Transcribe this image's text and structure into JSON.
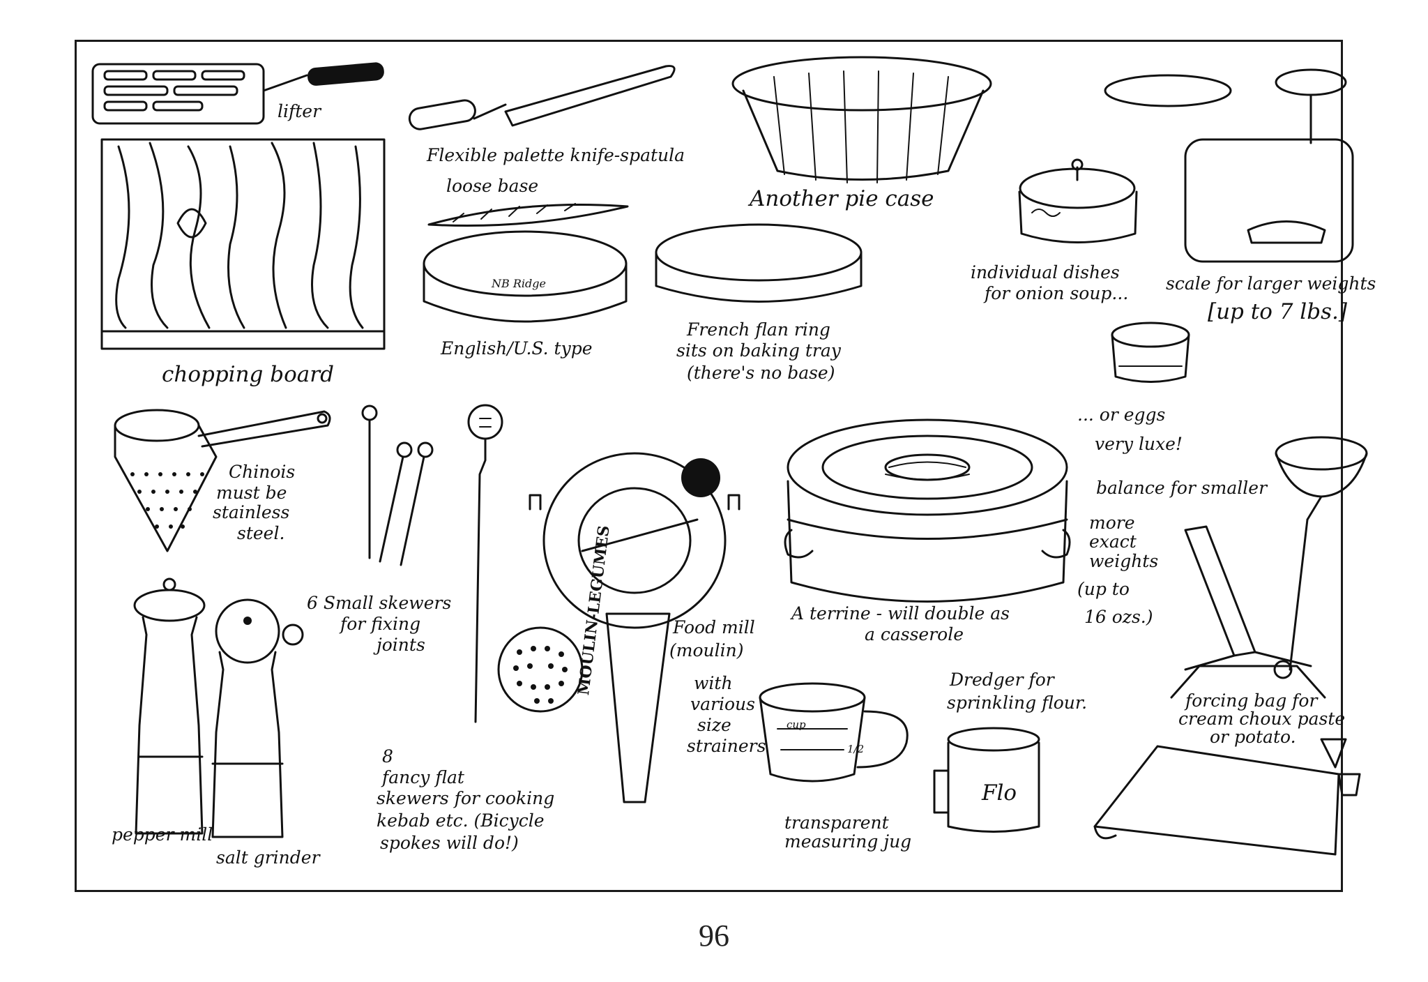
{
  "page_number": "96",
  "labels": {
    "lifter": "lifter",
    "palette_knife": "Flexible palette knife-spatula",
    "pie_case": "Another pie case",
    "loose_base": "loose base",
    "chopping_board": "chopping board",
    "english_type": "English/U.S. type",
    "nb_ridge": "NB Ridge",
    "flan_ring": [
      "French flan ring",
      "sits on baking tray",
      "(there's no base)"
    ],
    "onion_soup": [
      "individual dishes",
      "for onion soup..."
    ],
    "scale_larger": [
      "scale for larger weights",
      "[up to 7 lbs.]"
    ],
    "eggs": [
      "... or eggs",
      "very luxe!"
    ],
    "balance": "balance for smaller",
    "exact_weights": [
      "more",
      "exact",
      "weights",
      "(up to",
      "16 ozs.)"
    ],
    "chinois": [
      "Chinois",
      "must be",
      "stainless",
      "steel."
    ],
    "small_skewers": [
      "6  Small skewers",
      "for fixing",
      "joints"
    ],
    "terrine": [
      "A terrine - will double as",
      "a casserole"
    ],
    "food_mill": [
      "Food mill",
      "(moulin)",
      "with",
      "various",
      "size",
      "strainers"
    ],
    "moulin_brand": "MOULIN-LEGUMES",
    "dredger": [
      "Dredger for",
      "sprinkling flour."
    ],
    "flour_word": "Flo",
    "forcing_bag": [
      "forcing bag for",
      "cream choux paste",
      "or potato."
    ],
    "jug": [
      "transparent",
      "measuring jug"
    ],
    "jug_marks": [
      "cup",
      "1/2"
    ],
    "flat_skewers": [
      "8",
      "fancy flat",
      "skewers for cooking",
      "kebab etc. (Bicycle",
      "spokes will do!)"
    ],
    "pepper_mill": "pepper mill",
    "salt_grinder": "salt grinder"
  }
}
